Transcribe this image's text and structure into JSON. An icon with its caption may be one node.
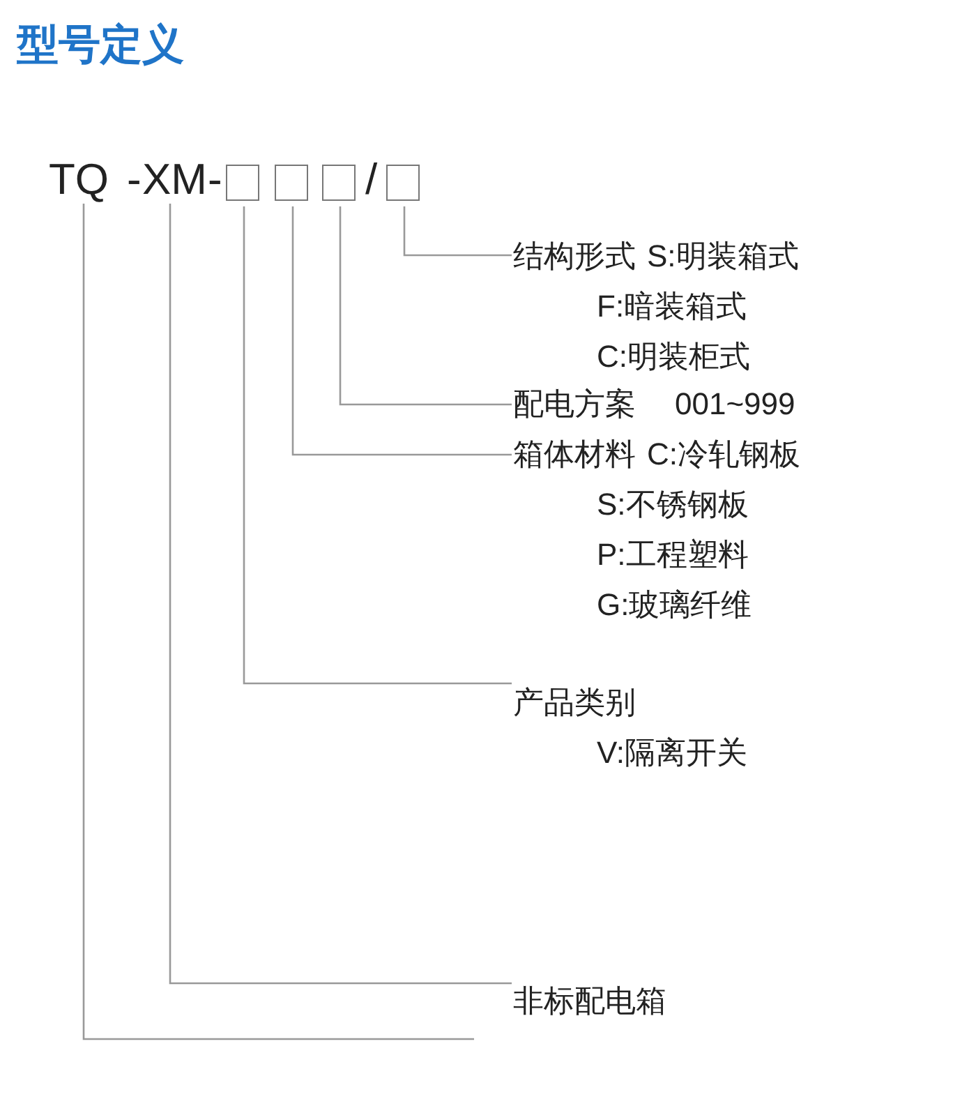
{
  "diagram": {
    "title": "型号定义",
    "nodes": [
      {
        "text": [
          "TQ"
        ]
      },
      {
        "text": [
          "XM"
        ]
      },
      {
        "text": [],
        "shape": "box"
      },
      {
        "text": [],
        "shape": "box"
      },
      {
        "text": [],
        "shape": "box"
      },
      {
        "text": [],
        "shape": "box"
      },
      {
        "text": [
          "结构形式",
          "S:明装箱式",
          "F:暗装箱式",
          "C:明装柜式"
        ]
      },
      {
        "text": [
          "配电方案",
          "001~999"
        ]
      },
      {
        "text": [
          "箱体材料",
          "C:冷轧钢板",
          "S:不锈钢板",
          "P:工程塑料",
          "G:玻璃纤维"
        ]
      },
      {
        "text": [
          "产品类别",
          "V:隔离开关"
        ]
      },
      {
        "text": [
          "非标配电箱"
        ]
      }
    ],
    "edges": [
      {
        "from": 5,
        "to": 6,
        "arrow": "none"
      },
      {
        "from": 4,
        "to": 7,
        "arrow": "none"
      },
      {
        "from": 3,
        "to": 8,
        "arrow": "none"
      },
      {
        "from": 2,
        "to": 9,
        "arrow": "none"
      },
      {
        "from": 1,
        "to": 10,
        "arrow": "none"
      },
      {
        "from": 0,
        "to": null,
        "arrow": "none"
      }
    ],
    "labels": [
      "-",
      "-",
      "/"
    ]
  }
}
